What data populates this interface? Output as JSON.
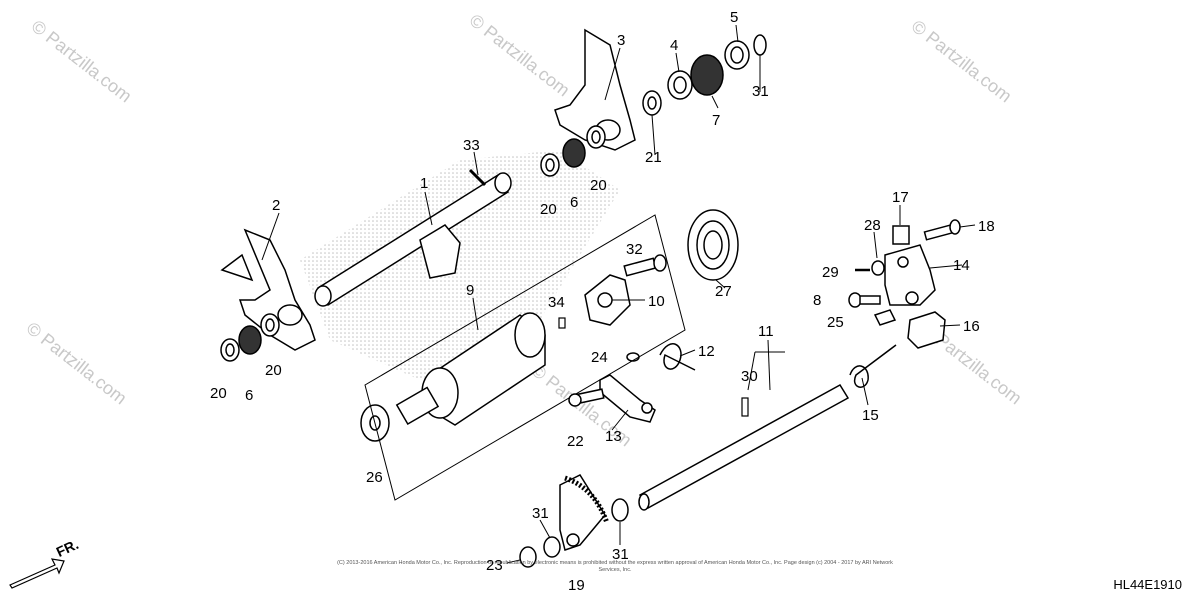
{
  "watermarks": {
    "top_center": "© Partzilla.com",
    "top_left": "© Partzilla.com",
    "top_right": "© Partzilla.com",
    "bottom_left": "© Partzilla.com",
    "bottom_mid": "© Partzilla.com",
    "right_mid": "© Partzilla.com"
  },
  "direction_label": "FR.",
  "diagram_code": "HL44E1910",
  "copyright_text": "(C) 2013-2016 American Honda Motor Co., Inc. Reproduction or republication by electronic means is prohibited without the express written approval of American Honda Motor Co., Inc. Page design (c) 2004 - 2017 by ARI Network Services, Inc.",
  "callouts": {
    "c1": "1",
    "c2": "2",
    "c3": "3",
    "c4": "4",
    "c5": "5",
    "c6a": "6",
    "c6b": "6",
    "c7": "7",
    "c8": "8",
    "c9": "9",
    "c10": "10",
    "c11": "11",
    "c12": "12",
    "c13": "13",
    "c14": "14",
    "c15": "15",
    "c16": "16",
    "c17": "17",
    "c18": "18",
    "c19": "19",
    "c20a": "20",
    "c20b": "20",
    "c20c": "20",
    "c20d": "20",
    "c21": "21",
    "c22": "22",
    "c23": "23",
    "c24": "24",
    "c25": "25",
    "c26": "26",
    "c27": "27",
    "c28": "28",
    "c29": "29",
    "c30": "30",
    "c31a": "31",
    "c31b": "31",
    "c31c": "31",
    "c32": "32",
    "c33": "33",
    "c34": "34"
  }
}
